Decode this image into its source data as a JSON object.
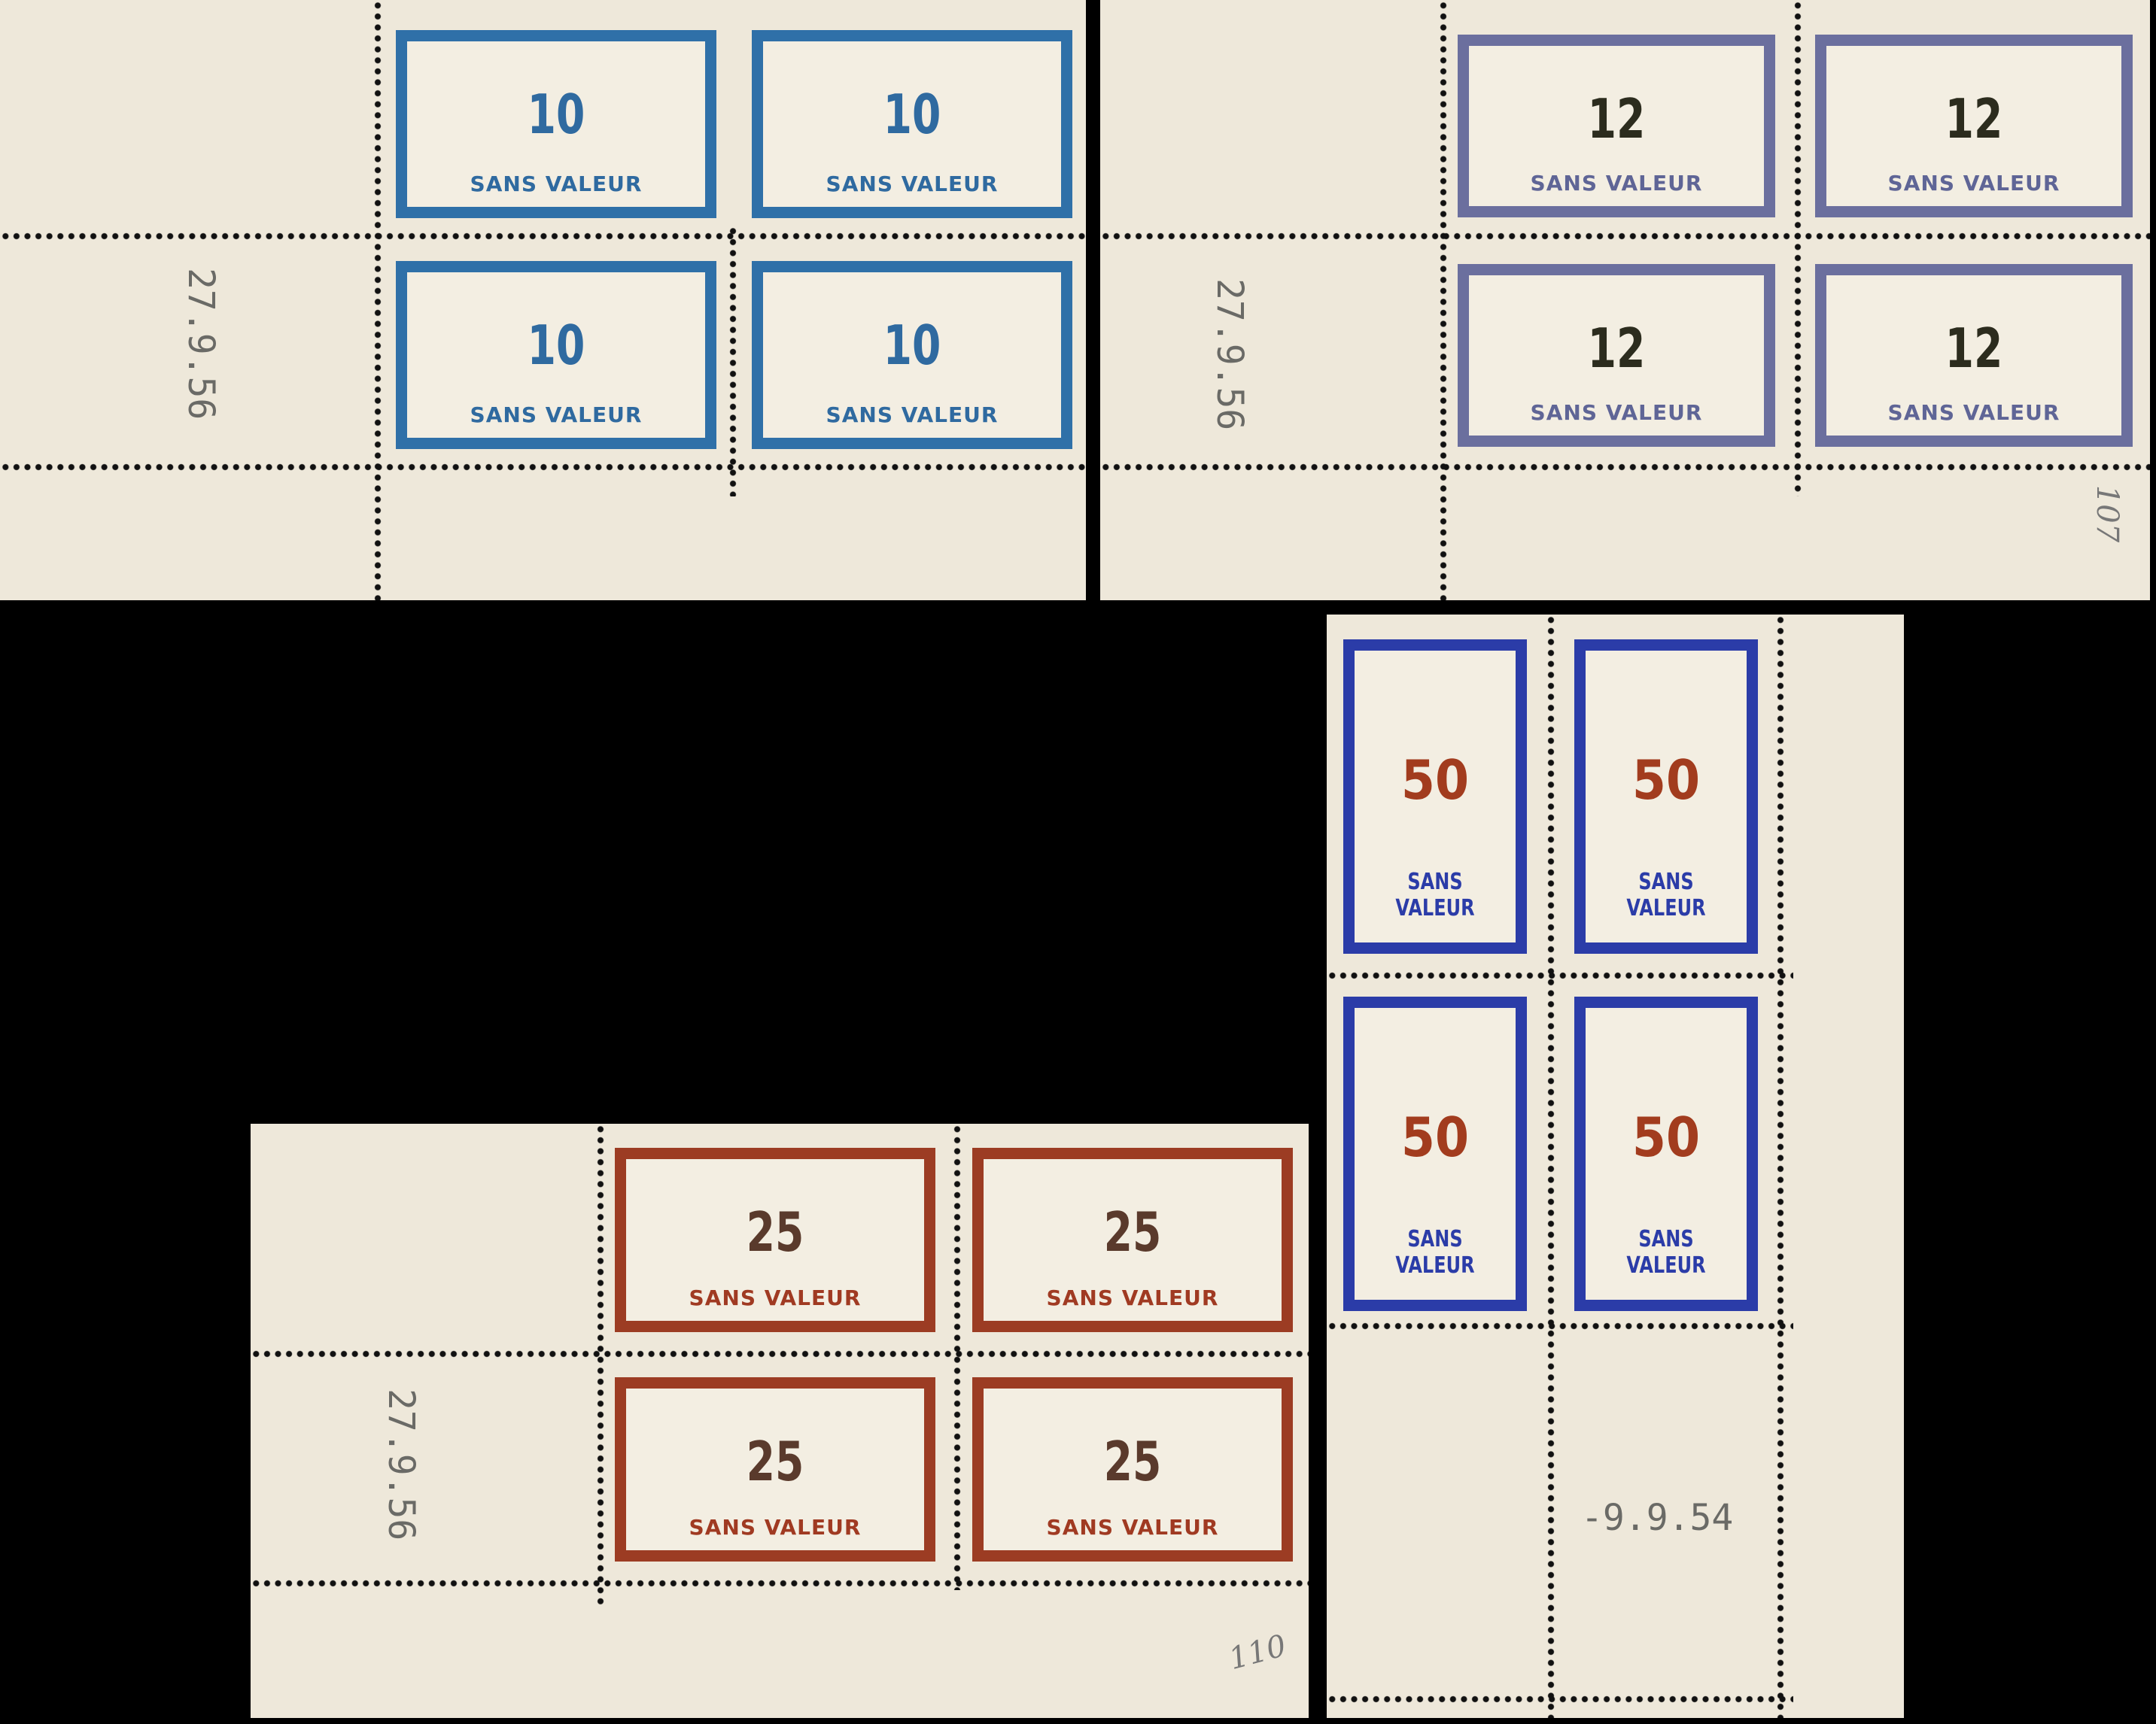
{
  "blocks": [
    {
      "id": "block-10",
      "value": "10",
      "label": "SANS VALEUR",
      "date": "27.9.56",
      "frame_color": "#2f70a8"
    },
    {
      "id": "block-12",
      "value": "12",
      "label": "SANS VALEUR",
      "date": "27.9.56",
      "pencil_note": "107",
      "frame_color": "#6b6f9e"
    },
    {
      "id": "block-25",
      "value": "25",
      "label": "SANS VALEUR",
      "date": "27.9.56",
      "pencil_note": "110",
      "frame_color": "#9c3c23"
    },
    {
      "id": "block-50",
      "value": "50",
      "label": "SANS VALEUR",
      "date": "-9.9.54",
      "frame_color": "#2b3ca8"
    }
  ]
}
